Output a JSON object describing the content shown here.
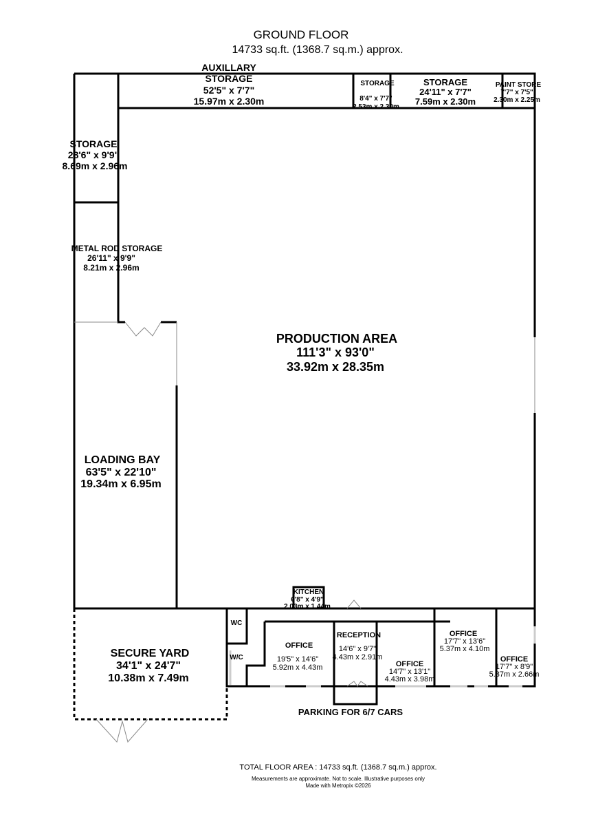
{
  "header": {
    "title": "GROUND FLOOR",
    "area": "14733 sq.ft. (1368.7 sq.m.) approx."
  },
  "rooms": {
    "aux": {
      "name1": "AUXILLARY",
      "name2": "STORAGE",
      "imp": "52'5\"  x 7'7\"",
      "met": "15.97m  x 2.30m"
    },
    "storage_small": {
      "name": "STORAGE",
      "imp": "8'4\"  x 7'7\"",
      "met": "2.53m  x 2.30m"
    },
    "storage_mid": {
      "name": "STORAGE",
      "imp": "24'11\"  x 7'7\"",
      "met": "7.59m  x 2.30m"
    },
    "paint": {
      "name": "PAINT STORE",
      "imp": "7'7\"  x 7'5\"",
      "met": "2.30m  x 2.25m"
    },
    "storage_left": {
      "name": "STORAGE",
      "imp": "28'6\"  x 9'9\"",
      "met": "8.69m  x 2.96m"
    },
    "metal": {
      "name": "METAL ROD STORAGE",
      "imp": "26'11\"  x 9'9\"",
      "met": "8.21m  x 2.96m"
    },
    "production": {
      "name": "PRODUCTION AREA",
      "imp": "111'3\"  x 93'0\"",
      "met": "33.92m  x 28.35m"
    },
    "loading": {
      "name": "LOADING BAY",
      "imp": "63'5\"  x 22'10\"",
      "met": "19.34m  x 6.95m"
    },
    "yard": {
      "name": "SECURE YARD",
      "imp": "34'1\"  x 24'7\"",
      "met": "10.38m  x 7.49m"
    },
    "kitchen": {
      "name": "KITCHEN",
      "imp": "6'8\"  x 4'9\"",
      "met": "2.03m  x 1.44m"
    },
    "wc": {
      "name": "WC"
    },
    "wc2": {
      "name": "W/C"
    },
    "office1": {
      "name": "OFFICE",
      "imp": "19'5\"  x 14'6\"",
      "met": "5.92m  x 4.43m"
    },
    "reception": {
      "name": "RECEPTION",
      "imp": "14'6\"  x 9'7\"",
      "met": "4.43m  x 2.91m"
    },
    "office2": {
      "name": "OFFICE",
      "imp": "14'7\"  x 13'1\"",
      "met": "4.43m  x 3.98m"
    },
    "office3": {
      "name": "OFFICE",
      "imp": "17'7\"  x 13'6\"",
      "met": "5.37m  x 4.10m"
    },
    "office4": {
      "name": "OFFICE",
      "imp": "17'7\"  x 8'9\"",
      "met": "5.37m  x 2.66m"
    },
    "parking": {
      "name": "PARKING FOR 6/7 CARS"
    }
  },
  "footer": {
    "total": "TOTAL FLOOR AREA : 14733 sq.ft. (1368.7 sq.m.) approx.",
    "note": "Measurements are approximate.  Not to scale.  Illustrative purposes only",
    "made": "Made with Metropix ©2026"
  }
}
